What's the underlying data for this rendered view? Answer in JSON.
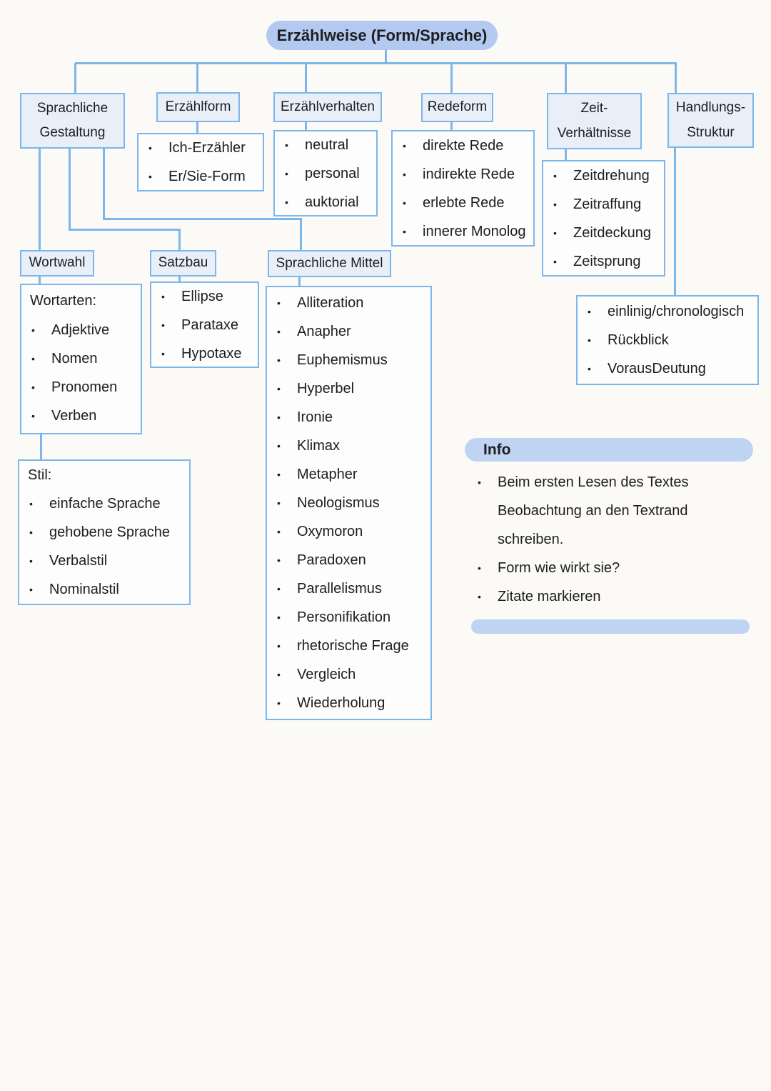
{
  "meta": {
    "colors": {
      "background": "#fbfaf7",
      "line_blue": "#7db6ea",
      "header_box_fill": "#e9eff9",
      "list_box_fill": "#fdfdfd",
      "title_pill_fill": "#b3c9ef",
      "info_pill_fill": "#bfd4f3",
      "text": "#1d1d1f"
    }
  },
  "title": {
    "label": "Erzählweise (Form/Sprache)"
  },
  "nodes": {
    "sprachliche_gestaltung": {
      "lines": [
        "Sprachliche",
        "Gestaltung"
      ]
    },
    "erzaehlform": {
      "label": "Erzählform",
      "items": [
        "Ich-Erzähler",
        "Er/Sie-Form"
      ]
    },
    "erzaehlverhalten": {
      "label": "Erzählverhalten",
      "items": [
        "neutral",
        "personal",
        "auktorial"
      ]
    },
    "redeform": {
      "label": "Redeform",
      "items": [
        "direkte Rede",
        "indirekte Rede",
        "erlebte Rede",
        "innerer Monolog"
      ]
    },
    "zeit_verhaeltnisse": {
      "lines": [
        "Zeit-",
        "Verhältnisse"
      ],
      "items": [
        "Zeitdrehung",
        "Zeitraffung",
        "Zeitdeckung",
        "Zeitsprung"
      ]
    },
    "handlungs_struktur": {
      "lines": [
        "Handlungs-",
        "Struktur"
      ],
      "items": [
        "einlinig/chronologisch",
        "Rückblick",
        "VorausDeutung"
      ]
    },
    "wortwahl": {
      "label": "Wortwahl"
    },
    "wortarten": {
      "header": "Wortarten:",
      "items": [
        "Adjektive",
        "Nomen",
        "Pronomen",
        "Verben"
      ]
    },
    "stil": {
      "header": "Stil:",
      "items": [
        "einfache Sprache",
        "gehobene Sprache",
        "Verbalstil",
        "Nominalstil"
      ]
    },
    "satzbau": {
      "label": "Satzbau",
      "items": [
        "Ellipse",
        "Parataxe",
        "Hypotaxe"
      ]
    },
    "sprachliche_mittel": {
      "label": "Sprachliche Mittel",
      "items": [
        "Alliteration",
        "Anapher",
        "Euphemismus",
        "Hyperbel",
        "Ironie",
        "Klimax",
        "Metapher",
        "Neologismus",
        "Oxymoron",
        "Paradoxen",
        "Parallelismus",
        "Personifikation",
        "rhetorische Frage",
        "Vergleich",
        "Wiederholung"
      ]
    }
  },
  "info": {
    "title": "Info",
    "items": [
      "Beim ersten Lesen des Textes Beobachtung an den Textrand schreiben.",
      "Form wie wirkt sie?",
      "Zitate markieren"
    ]
  }
}
